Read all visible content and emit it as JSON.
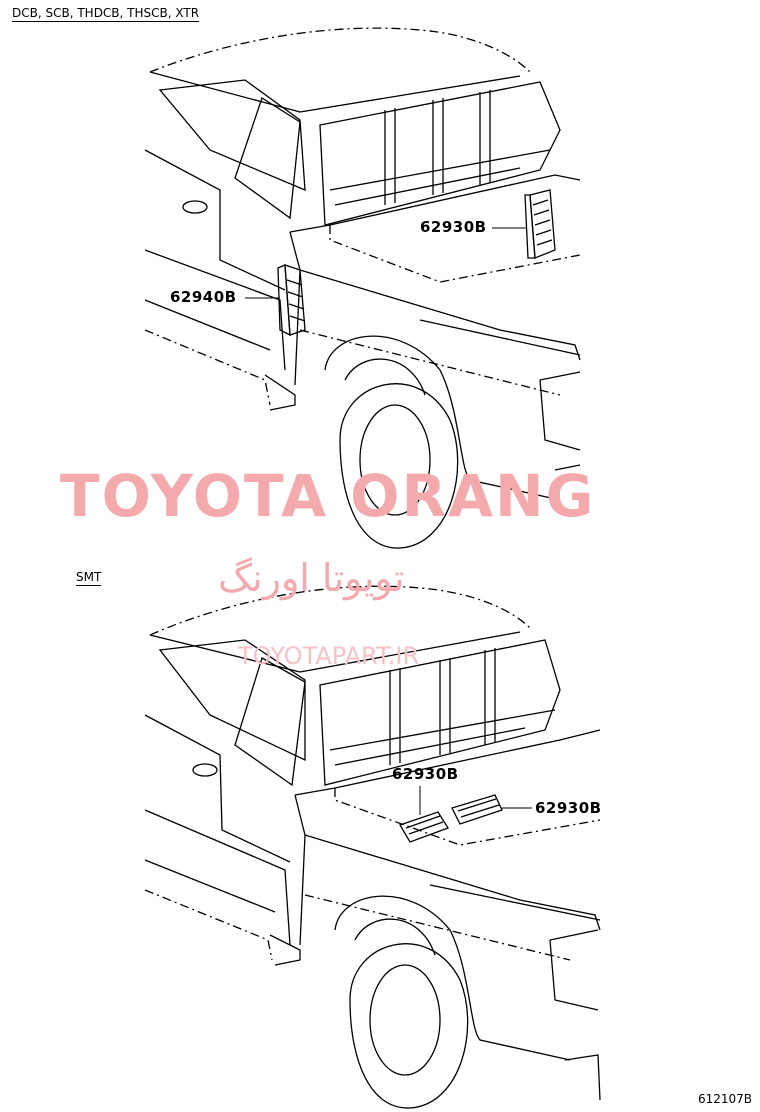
{
  "sections": [
    {
      "variant_label": "DCB, SCB, THDCB, THSCB, XTR",
      "callouts": [
        "62930B",
        "62940B"
      ]
    },
    {
      "variant_label": "SMT",
      "callouts": [
        "62930B",
        "62930B"
      ]
    }
  ],
  "figure_number": "612107B",
  "watermark": {
    "brand": "TOYOTA ORANG",
    "brand_fa": "تویوتا اورنگ",
    "website": "TOYOTAPART.IR"
  }
}
